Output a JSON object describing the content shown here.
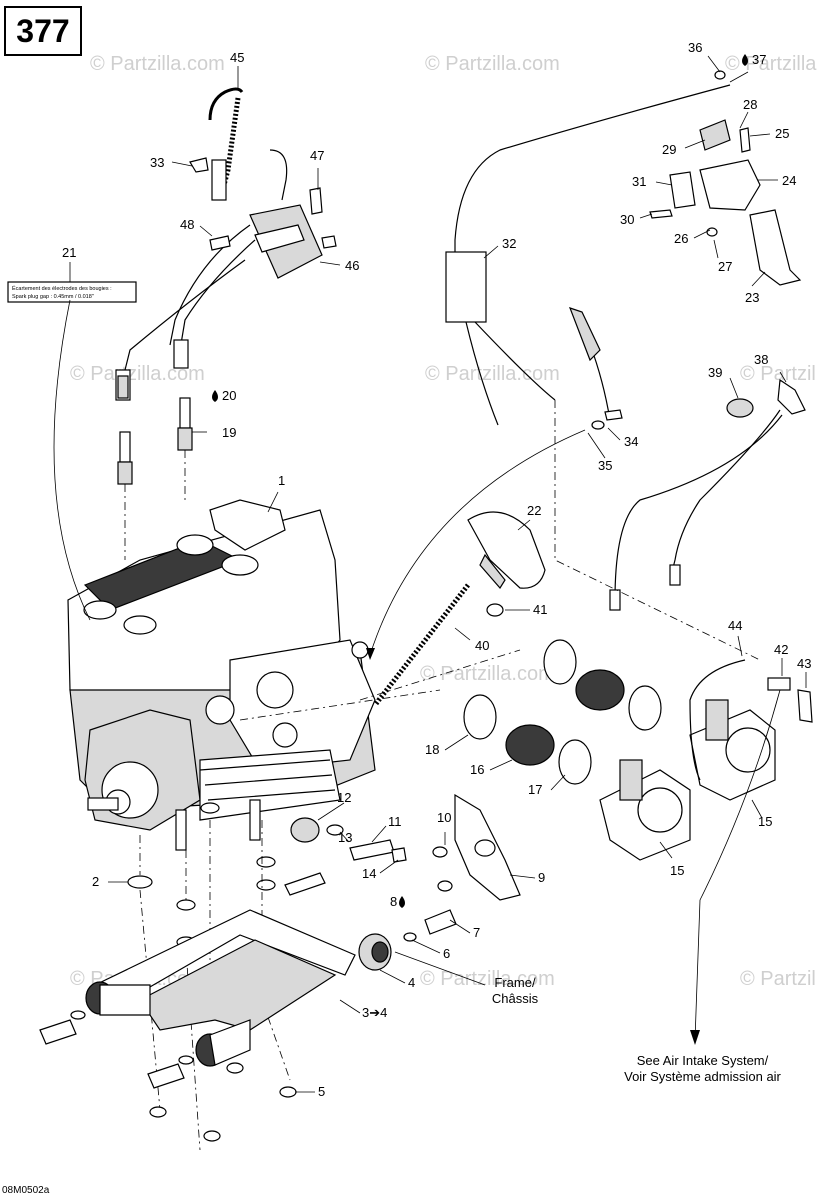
{
  "page_number": "377",
  "drawing_code": "08M0502a",
  "watermark": "© Partzilla.com",
  "label_spark_gap": [
    "Écartement des électrodes des bougies :",
    "Spark plug gap : 0.45mm / 0.018\""
  ],
  "note_frame": [
    "Frame/",
    "Châssis"
  ],
  "note_air_intake": [
    "See Air Intake System/",
    "Voir Système admission air"
  ],
  "callouts": [
    "1",
    "2",
    "3➔4",
    "4",
    "5",
    "6",
    "7",
    "8",
    "9",
    "10",
    "11",
    "12",
    "13",
    "14",
    "15",
    "15",
    "16",
    "17",
    "18",
    "19",
    "20",
    "21",
    "22",
    "23",
    "24",
    "25",
    "26",
    "27",
    "28",
    "29",
    "30",
    "31",
    "32",
    "33",
    "34",
    "35",
    "36",
    "37",
    "38",
    "39",
    "40",
    "41",
    "42",
    "43",
    "44",
    "45",
    "46",
    "47",
    "48"
  ]
}
